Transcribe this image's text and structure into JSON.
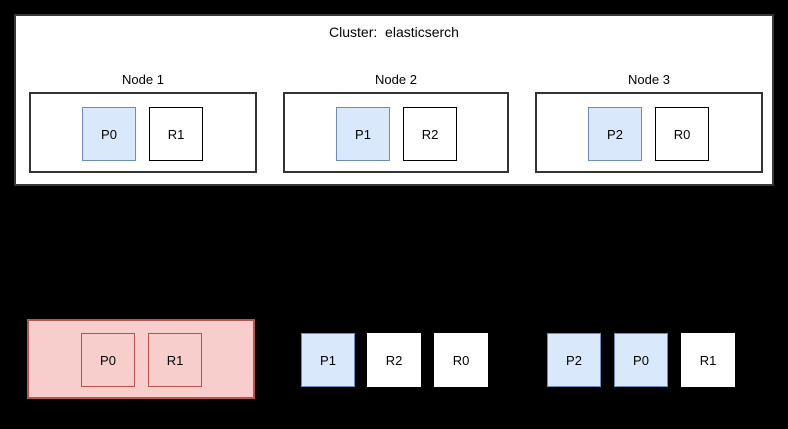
{
  "colors": {
    "background": "#000000",
    "cluster_border": "#383838",
    "primary_fill": "#dae8fc",
    "primary_border": "#6c8ebf",
    "replica_fill": "#ffffff",
    "replica_border": "#000000",
    "failed_fill": "#f8cecc",
    "failed_border": "#b85450",
    "text": "#000000"
  },
  "cluster": {
    "title": "Cluster:  elasticserch",
    "nodes": [
      {
        "label": "Node 1",
        "shards": [
          {
            "label": "P0",
            "type": "primary"
          },
          {
            "label": "R1",
            "type": "replica"
          }
        ]
      },
      {
        "label": "Node 2",
        "shards": [
          {
            "label": "P1",
            "type": "primary"
          },
          {
            "label": "R2",
            "type": "replica"
          }
        ]
      },
      {
        "label": "Node 3",
        "shards": [
          {
            "label": "P2",
            "type": "primary"
          },
          {
            "label": "R0",
            "type": "replica"
          }
        ]
      }
    ]
  },
  "bottom": {
    "failed_group": {
      "shards": [
        {
          "label": "P0",
          "type": "failed"
        },
        {
          "label": "R1",
          "type": "failed"
        }
      ]
    },
    "groups": [
      {
        "shards": [
          {
            "label": "P1",
            "type": "primary"
          },
          {
            "label": "R2",
            "type": "replica-plain"
          },
          {
            "label": "R0",
            "type": "replica-plain"
          }
        ]
      },
      {
        "shards": [
          {
            "label": "P2",
            "type": "primary"
          },
          {
            "label": "P0",
            "type": "primary"
          },
          {
            "label": "R1",
            "type": "replica-plain"
          }
        ]
      }
    ]
  }
}
